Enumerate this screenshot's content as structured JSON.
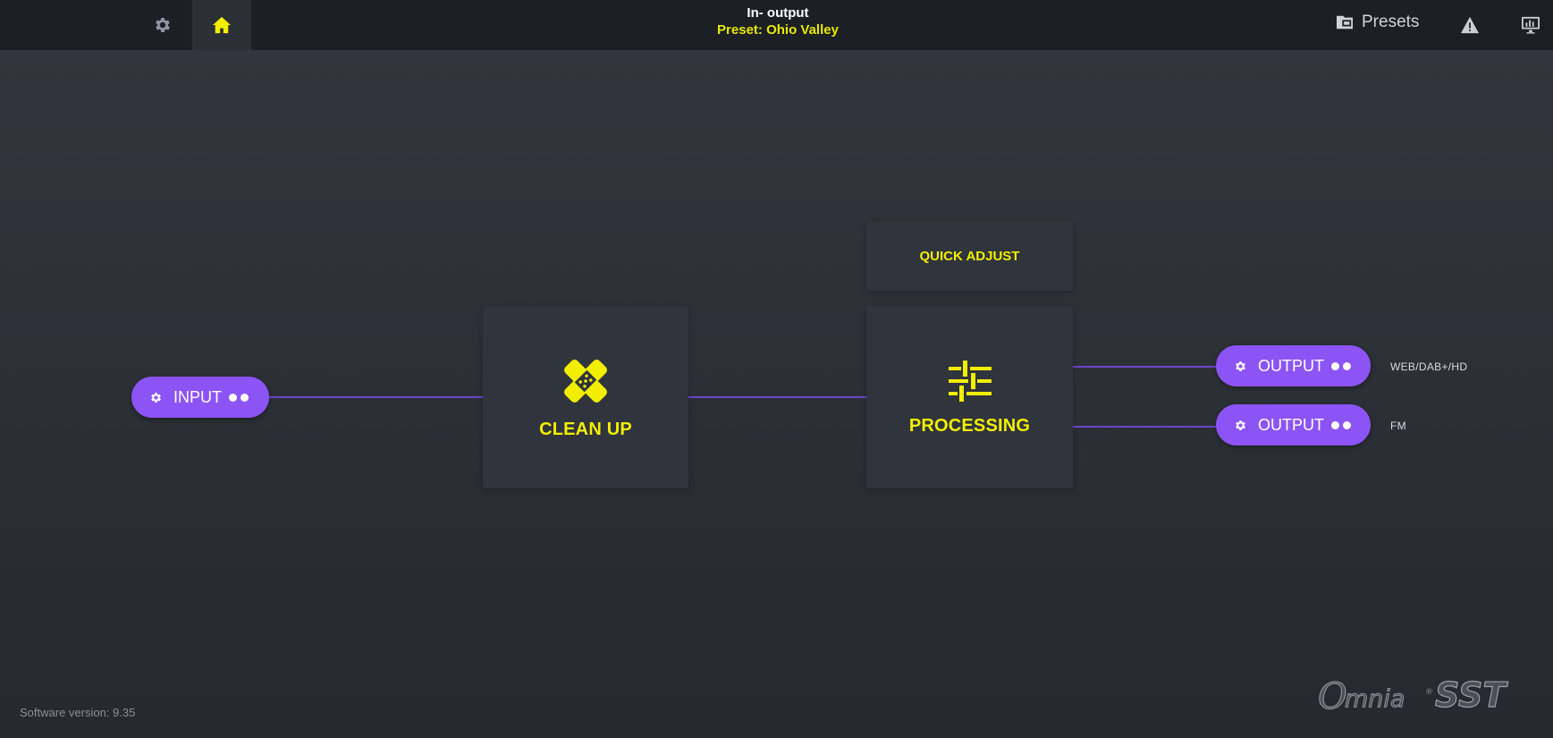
{
  "header": {
    "title": "In- output",
    "preset_line": "Preset: Ohio Valley",
    "presets_label": "Presets",
    "icons": {
      "settings": "gear-icon",
      "home": "home-icon",
      "presets": "folder-icon",
      "alert": "warning-icon",
      "monitor": "monitor-icon"
    }
  },
  "flow": {
    "input": {
      "label": "INPUT"
    },
    "cleanup": {
      "label": "CLEAN UP",
      "icon": "bandage-icon"
    },
    "quick_adjust": {
      "label": "QUICK ADJUST"
    },
    "processing": {
      "label": "PROCESSING",
      "icon": "sliders-icon"
    },
    "outputs": [
      {
        "label": "OUTPUT",
        "destination": "WEB/DAB+/HD"
      },
      {
        "label": "OUTPUT",
        "destination": "FM"
      }
    ]
  },
  "footer": {
    "software_version": "Software version: 9.35"
  },
  "logo": {
    "text_omnia": "Omnia",
    "text_sst": "SST"
  },
  "colors": {
    "accent_yellow": "#f2ee00",
    "pill_purple": "#8c54f5",
    "wire_purple": "#6b46c9",
    "topbar": "#1c1f24",
    "block": "#30343c"
  }
}
